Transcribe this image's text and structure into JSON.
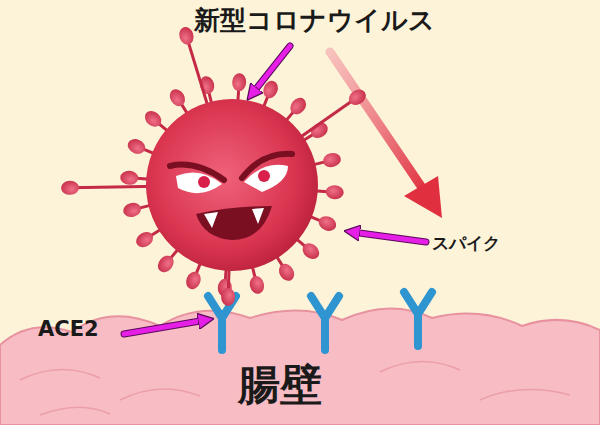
{
  "diagram": {
    "labels": [
      "新型コロナウイルス",
      "スパイク",
      "ACE2",
      "腸壁"
    ]
  }
}
